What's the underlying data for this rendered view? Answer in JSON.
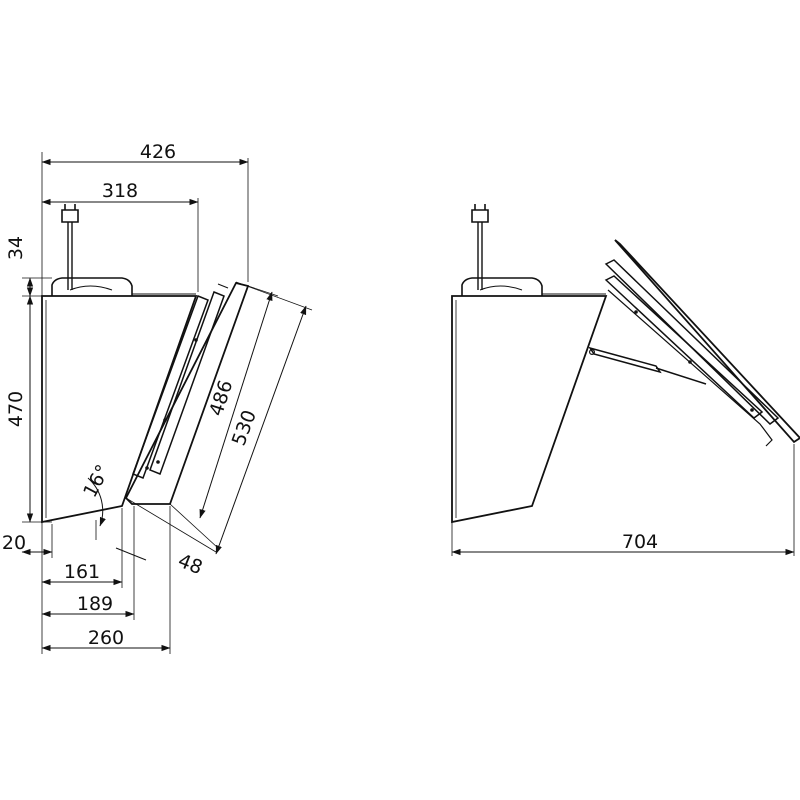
{
  "diagram": {
    "colors": {
      "line": "#111111",
      "background": "#ffffff"
    },
    "closed_view": {
      "dimensions": {
        "overall_width": "426",
        "body_width": "318",
        "top_offset": "34",
        "body_height": "470",
        "glass_length_inner": "486",
        "glass_length_outer": "530",
        "angle": "16°",
        "bottom_offset": "20",
        "depth_161": "161",
        "depth_189": "189",
        "depth_260": "260",
        "glass_thickness": "48"
      }
    },
    "open_view": {
      "dimensions": {
        "open_width": "704"
      }
    }
  }
}
